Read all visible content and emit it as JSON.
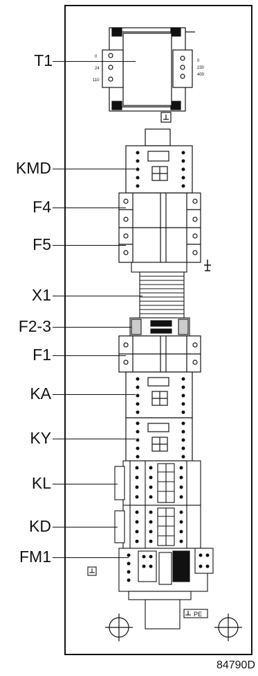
{
  "labels": {
    "t1": "T1",
    "kmd": "KMD",
    "f4": "F4",
    "f5": "F5",
    "x1": "X1",
    "f2_3": "F2-3",
    "f1": "F1",
    "ka": "KA",
    "ky": "KY",
    "kl": "KL",
    "kd": "KD",
    "fm1": "FM1"
  },
  "transformer_terminals": {
    "left": [
      "0",
      "24",
      "110"
    ],
    "right": [
      "0",
      "230",
      "400"
    ]
  },
  "pe_label": "PE",
  "drawing_number": "84790D"
}
